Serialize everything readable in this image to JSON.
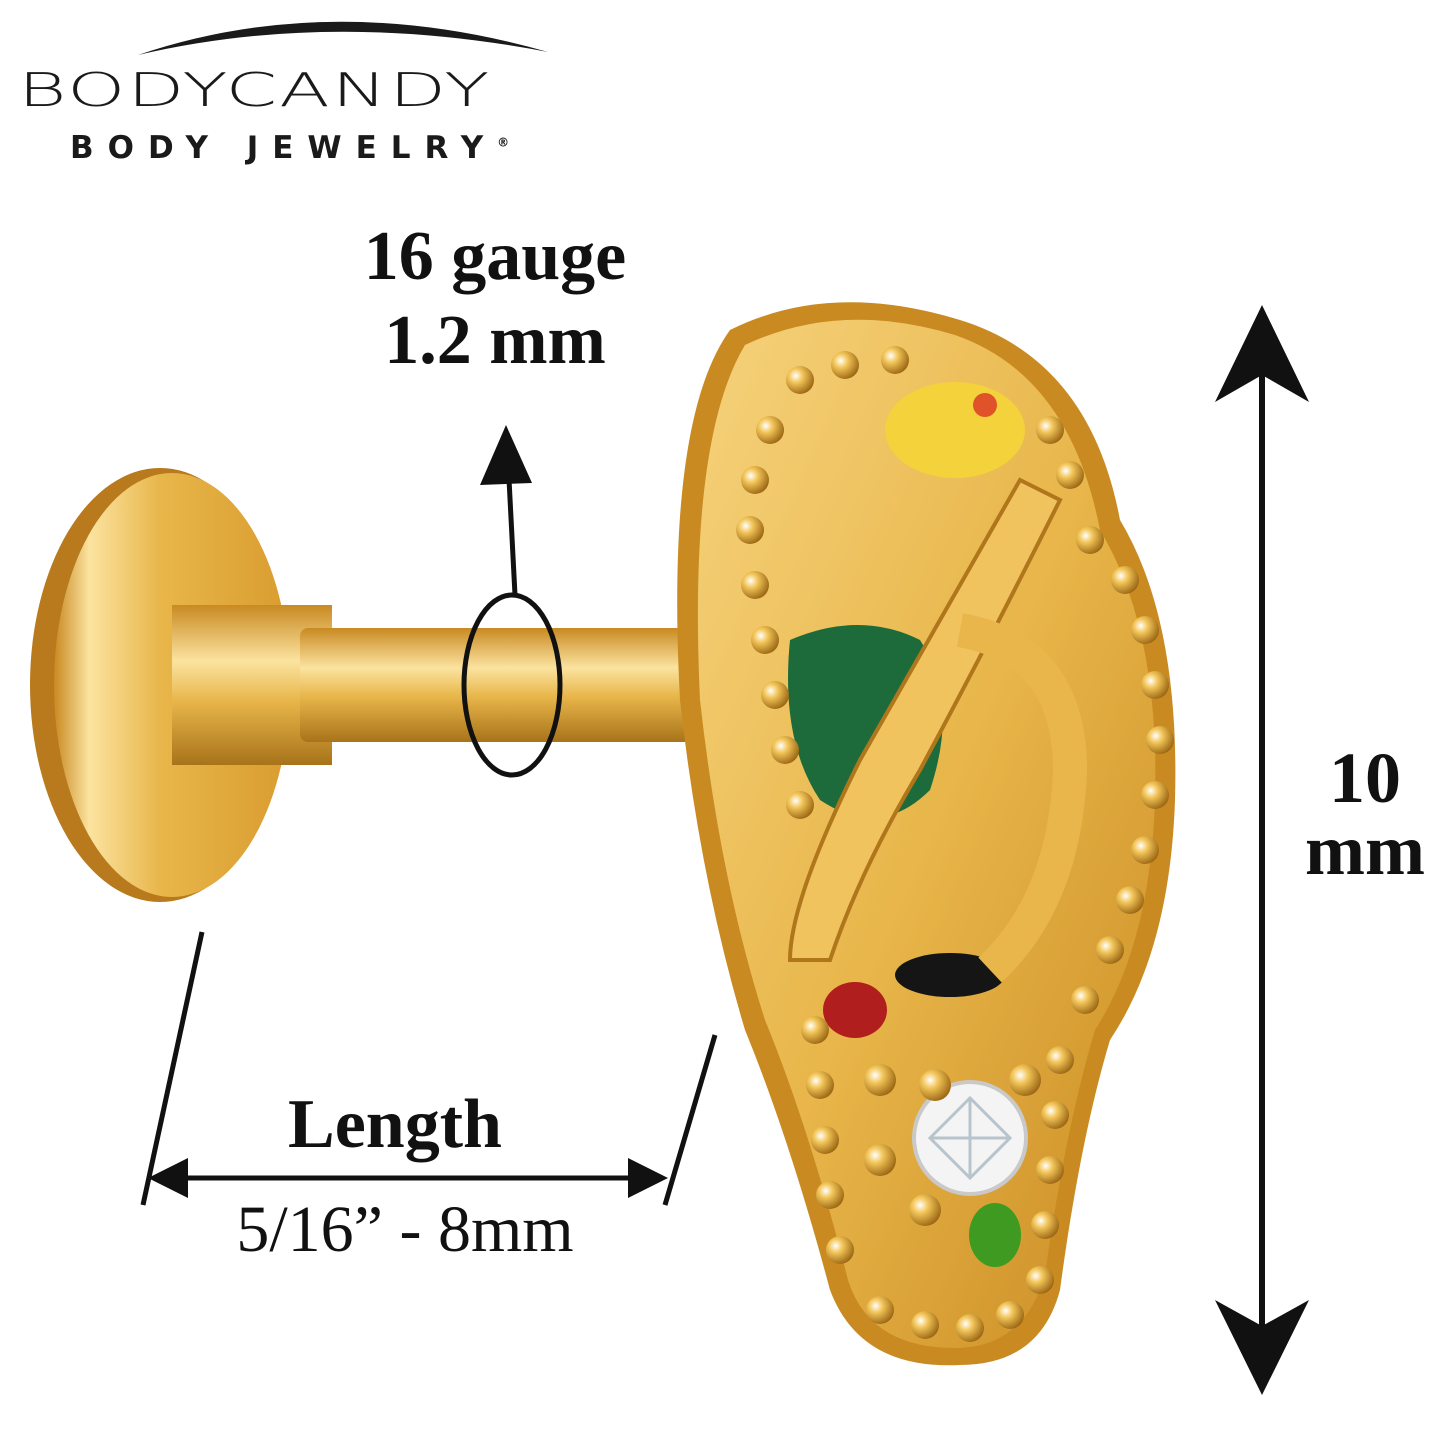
{
  "brand": {
    "name": "BODYCANDY",
    "tagline": "BODY JEWELRY",
    "registered_mark": "®"
  },
  "gauge": {
    "line1": "16 gauge",
    "line2": "1.2 mm"
  },
  "length": {
    "label": "Length",
    "value": "5/16” - 8mm"
  },
  "height": {
    "value": "10",
    "unit": "mm"
  },
  "colors": {
    "gold": "#e8b64a",
    "gold_light": "#fbe3a0",
    "gold_dark": "#a8731a",
    "enamel_green": "#1d6b3a",
    "enamel_yellow": "#f4d23c",
    "enamel_red": "#b01e1e",
    "enamel_black": "#151515",
    "ink": "#111111"
  }
}
